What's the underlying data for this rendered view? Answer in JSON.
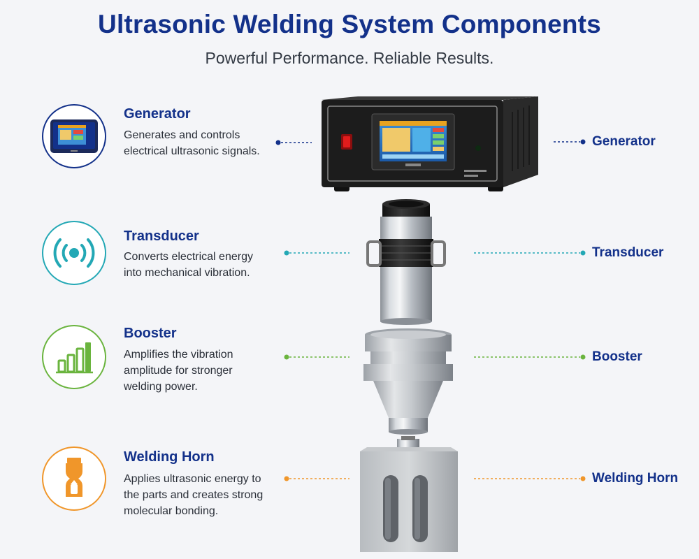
{
  "header": {
    "title": "Ultrasonic Welding System Components",
    "subtitle": "Powerful Performance. Reliable Results."
  },
  "components": [
    {
      "name": "Generator",
      "description": "Generates and controls electrical ultrasonic signals.",
      "color": "#13318a",
      "icon": "generator-screen-icon"
    },
    {
      "name": "Transducer",
      "description": "Converts electrical energy into mechanical vibration.",
      "color": "#23a8b5",
      "icon": "vibration-waves-icon"
    },
    {
      "name": "Booster",
      "description": "Amplifies the vibration amplitude for stronger welding power.",
      "color": "#6ab43e",
      "icon": "amplitude-bars-icon"
    },
    {
      "name": "Welding Horn",
      "description": "Applies ultrasonic energy to the parts and creates strong molecular bonding.",
      "color": "#f0962a",
      "icon": "horn-shape-icon"
    }
  ],
  "right_labels": [
    "Generator",
    "Transducer",
    "Booster",
    "Welding Horn"
  ]
}
